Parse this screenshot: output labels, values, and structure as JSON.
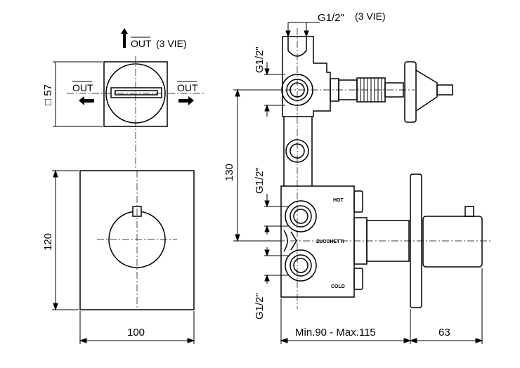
{
  "labels": {
    "out_top": "OUT",
    "out_top_note": "(3 VIE)",
    "out_left": "OUT",
    "out_right": "OUT",
    "square_dim": "□ 57",
    "height_dim": "120",
    "width_dim": "100",
    "top_thread": "G1/2\"",
    "top_thread_note": "(3 VIE)",
    "thread_upper": "G1/2\"",
    "thread_mid": "G1/2\"",
    "thread_lower": "G1/2\"",
    "spacing_dim": "130",
    "hot": "HOT",
    "brand": "ZUCCHETTI",
    "cold": "COLD",
    "depth_range": "Min.90 - Max.115",
    "depth_dim": "63"
  }
}
